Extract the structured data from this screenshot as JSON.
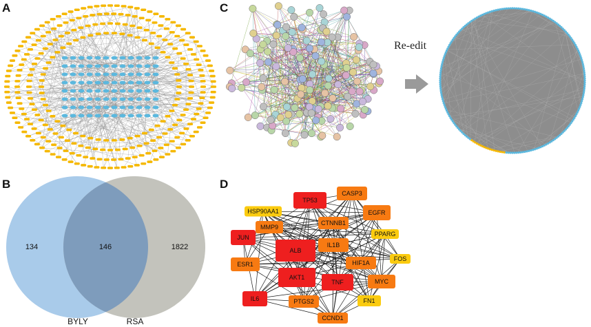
{
  "panels": {
    "a": {
      "label": "A"
    },
    "b": {
      "label": "B"
    },
    "c": {
      "label": "C",
      "arrow_text": "Re-edit"
    },
    "d": {
      "label": "D"
    }
  },
  "colors": {
    "target_node": "#f5b800",
    "compound_node": "#5bb8de",
    "edge": "#8a8a8a",
    "venn_left": "#a9cbea",
    "venn_right": "#c3c3bc",
    "venn_overlap": "#7e9cbc",
    "arrow": "#9a9a9a",
    "hub_high": "#ee1f1f",
    "hub_mid": "#f77a12",
    "hub_low": "#fbcb0f"
  },
  "venn": {
    "left_set": "BYLY",
    "right_set": "RSA",
    "left_only": "134",
    "overlap": "146",
    "right_only": "1822"
  },
  "hub_genes": [
    {
      "name": "TP53",
      "level": "high"
    },
    {
      "name": "CASP3",
      "level": "mid"
    },
    {
      "name": "HSP90AA1",
      "level": "low"
    },
    {
      "name": "CTNNB1",
      "level": "mid"
    },
    {
      "name": "EGFR",
      "level": "mid"
    },
    {
      "name": "MMP9",
      "level": "mid"
    },
    {
      "name": "PPARG",
      "level": "low"
    },
    {
      "name": "JUN",
      "level": "high"
    },
    {
      "name": "ALB",
      "level": "high"
    },
    {
      "name": "IL1B",
      "level": "mid"
    },
    {
      "name": "HIF1A",
      "level": "mid"
    },
    {
      "name": "FOS",
      "level": "low"
    },
    {
      "name": "ESR1",
      "level": "mid"
    },
    {
      "name": "AKT1",
      "level": "high"
    },
    {
      "name": "TNF",
      "level": "high"
    },
    {
      "name": "MYC",
      "level": "mid"
    },
    {
      "name": "IL6",
      "level": "high"
    },
    {
      "name": "PTGS2",
      "level": "mid"
    },
    {
      "name": "FN1",
      "level": "low"
    },
    {
      "name": "CCND1",
      "level": "mid"
    }
  ]
}
